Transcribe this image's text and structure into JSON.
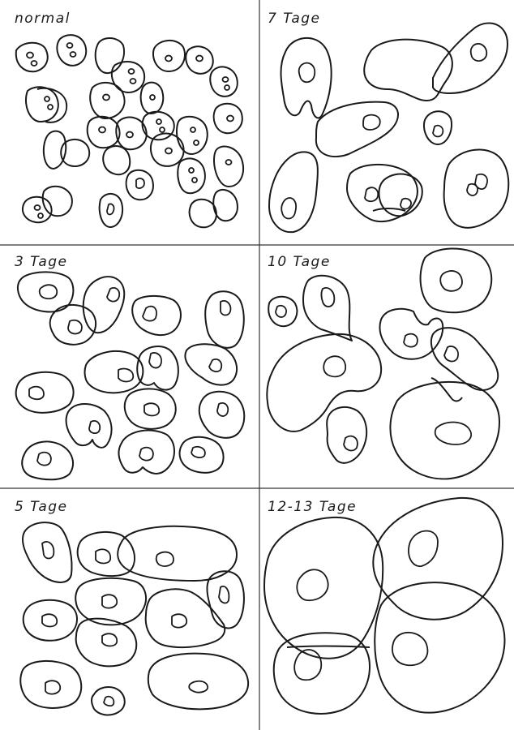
{
  "figure": {
    "panels": [
      {
        "id": "normal",
        "label": "normal"
      },
      {
        "id": "tage7",
        "label": "7 Tage"
      },
      {
        "id": "tage3",
        "label": "3 Tage"
      },
      {
        "id": "tage10",
        "label": "10 Tage"
      },
      {
        "id": "tage5",
        "label": "5 Tage"
      },
      {
        "id": "tage12",
        "label": "12-13 Tage"
      }
    ]
  }
}
